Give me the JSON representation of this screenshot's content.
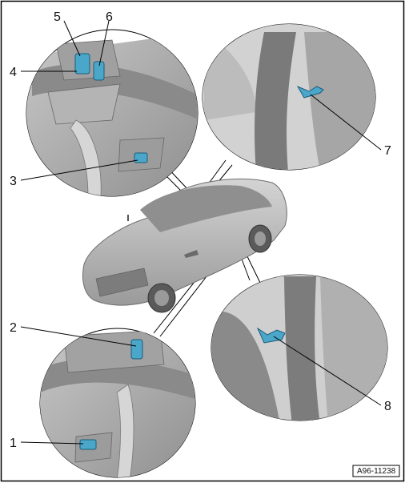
{
  "figure_id": "A96-11238",
  "callouts": {
    "c1": "1",
    "c2": "2",
    "c3": "3",
    "c4": "4",
    "c5": "5",
    "c6": "6",
    "c7": "7",
    "c8": "8"
  },
  "colors": {
    "highlight": "#4aa7c9",
    "line": "#000000",
    "car_body": "#b9b9b9",
    "interior": "#a9a9a9"
  }
}
